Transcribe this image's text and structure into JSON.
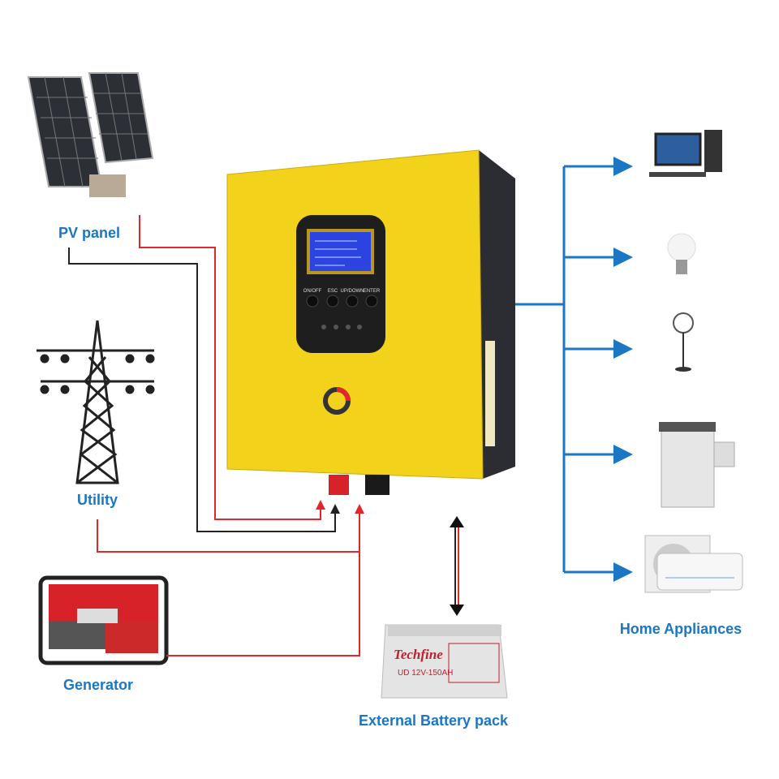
{
  "sources": {
    "pv": "PV panel",
    "utility": "Utility",
    "generator": "Generator"
  },
  "battery": {
    "label": "External Battery pack",
    "brand": "Techfine",
    "model": "UD 12V-150AH"
  },
  "loads": {
    "label": "Home Appliances"
  },
  "inverter": {
    "buttons": [
      "ON/OFF",
      "ESC",
      "UP/DOWN",
      "ENTER"
    ]
  },
  "colors": {
    "label": "#1b76c4",
    "ac_wire": "#e0282c",
    "dc_wire": "#222222",
    "output": "#1b76c4",
    "body": "#f2d21a"
  }
}
